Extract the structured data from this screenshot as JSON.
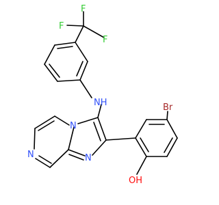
{
  "molecule": {
    "atoms": {
      "F1": {
        "text": "F",
        "color": "#33cc33"
      },
      "F2": {
        "text": "F",
        "color": "#33cc33"
      },
      "F3": {
        "text": "F",
        "color": "#33cc33"
      },
      "NH": {
        "text": "NH",
        "color": "#3050f8"
      },
      "Br": {
        "text": "Br",
        "color": "#a62929"
      },
      "N_pyrazine": {
        "text": "N",
        "color": "#3050f8"
      },
      "N_bridge": {
        "text": "N",
        "color": "#3050f8"
      },
      "N_imidazole": {
        "text": "N",
        "color": "#3050f8"
      },
      "OH": {
        "text": "OH",
        "color": "#ff0d0d"
      }
    },
    "colors": {
      "bond": "#000000",
      "fluorine": "#33cc33",
      "nitrogen": "#3050f8",
      "bromine": "#a62929",
      "oxygen": "#ff0d0d"
    }
  }
}
